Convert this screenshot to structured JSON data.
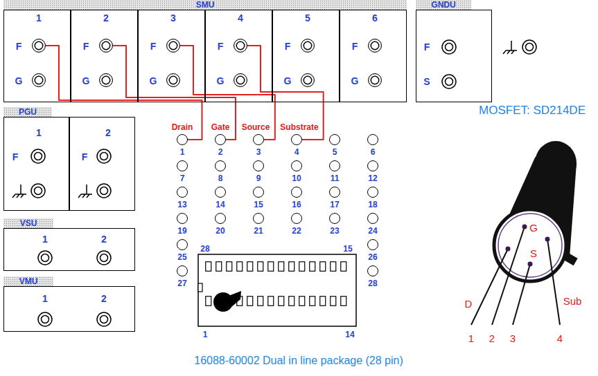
{
  "diagram": {
    "caption": "16088-60002 Dual in line package (28 pin)",
    "nodes": [
      {
        "text": [
          "SMU"
        ]
      },
      {
        "text": [
          "1"
        ],
        "in": 0
      },
      {
        "text": [
          "F"
        ],
        "in": 1
      },
      {
        "text": [
          "G"
        ],
        "in": 1
      },
      {
        "text": [
          "2"
        ],
        "in": 0
      },
      {
        "text": [
          "F"
        ],
        "in": 4
      },
      {
        "text": [
          "G"
        ],
        "in": 4
      },
      {
        "text": [
          "3"
        ],
        "in": 0
      },
      {
        "text": [
          "F"
        ],
        "in": 7
      },
      {
        "text": [
          "G"
        ],
        "in": 7
      },
      {
        "text": [
          "4"
        ],
        "in": 0
      },
      {
        "text": [
          "F"
        ],
        "in": 10
      },
      {
        "text": [
          "G"
        ],
        "in": 10
      },
      {
        "text": [
          "5"
        ],
        "in": 0
      },
      {
        "text": [
          "F"
        ],
        "in": 13
      },
      {
        "text": [
          "G"
        ],
        "in": 13
      },
      {
        "text": [
          "6"
        ],
        "in": 0
      },
      {
        "text": [
          "F"
        ],
        "in": 16
      },
      {
        "text": [
          "G"
        ],
        "in": 16
      },
      {
        "text": [
          "GNDU",
          "F",
          "S"
        ]
      },
      {
        "text": [
          "PGU"
        ]
      },
      {
        "text": [
          "1",
          "F"
        ],
        "in": 20
      },
      {
        "text": [
          "2",
          "F"
        ],
        "in": 20
      },
      {
        "text": [
          "VSU",
          "1",
          "2"
        ]
      },
      {
        "text": [
          "VMU",
          "1",
          "2"
        ]
      },
      {
        "text": [
          "Drain",
          "1"
        ]
      },
      {
        "text": [
          "Gate",
          "2"
        ]
      },
      {
        "text": [
          "Source",
          "3"
        ]
      },
      {
        "text": [
          "Substrate",
          "4"
        ]
      },
      {
        "text": [
          "5"
        ]
      },
      {
        "text": [
          "6"
        ]
      },
      {
        "text": [
          "7"
        ]
      },
      {
        "text": [
          "8"
        ]
      },
      {
        "text": [
          "9"
        ]
      },
      {
        "text": [
          "10"
        ]
      },
      {
        "text": [
          "11"
        ]
      },
      {
        "text": [
          "12"
        ]
      },
      {
        "text": [
          "13"
        ]
      },
      {
        "text": [
          "14"
        ]
      },
      {
        "text": [
          "15"
        ]
      },
      {
        "text": [
          "16"
        ]
      },
      {
        "text": [
          "17"
        ]
      },
      {
        "text": [
          "18"
        ]
      },
      {
        "text": [
          "19"
        ]
      },
      {
        "text": [
          "20"
        ]
      },
      {
        "text": [
          "21"
        ]
      },
      {
        "text": [
          "22"
        ]
      },
      {
        "text": [
          "23"
        ]
      },
      {
        "text": [
          "24"
        ]
      },
      {
        "text": [
          "25"
        ]
      },
      {
        "text": [
          "26"
        ]
      },
      {
        "text": [
          "27"
        ]
      },
      {
        "text": [
          "28"
        ]
      }
    ],
    "edges": [
      {
        "from": 2,
        "to": 25,
        "arrow": "none"
      },
      {
        "from": 5,
        "to": 26,
        "arrow": "none"
      },
      {
        "from": 8,
        "to": 27,
        "arrow": "none"
      },
      {
        "from": 11,
        "to": 28,
        "arrow": "none"
      }
    ],
    "labels": [
      "28",
      "15",
      "1",
      "14",
      "MOSFET: SD214DE",
      "G",
      "S",
      "D",
      "Sub",
      "1",
      "2",
      "3",
      "4"
    ]
  }
}
